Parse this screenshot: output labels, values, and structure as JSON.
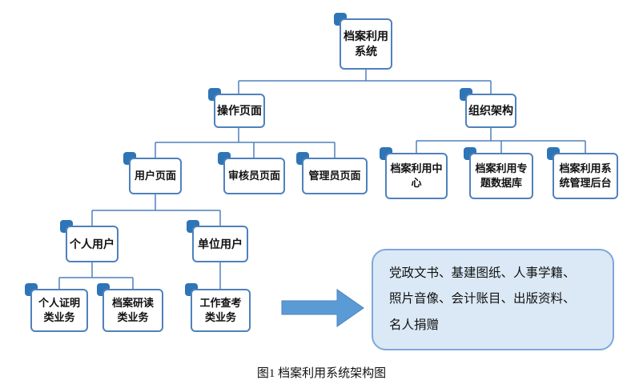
{
  "figure": {
    "caption": "图1 档案利用系统架构图"
  },
  "nodes": {
    "archive_system": "档案利用\n系统",
    "operation_pages": "操作页面",
    "org_structure": "组织架构",
    "user_page": "用户页面",
    "reviewer_page": "审核员页面",
    "admin_page": "管理员页面",
    "archive_center": "档案利用中\n心",
    "topic_database": "档案利用专\n题数据库",
    "system_backend": "档案利用系\n统管理后台",
    "personal_user": "个人用户",
    "org_user": "单位用户",
    "personal_cert_biz": "个人证明\n类业务",
    "archive_reading_biz": "档案研读\n类业务",
    "work_reference_biz": "工作查考\n类业务"
  },
  "callout": {
    "text": "党政文书、基建图纸、人事学籍、\n照片音像、会计账目、出版资料、\n名人捐赠"
  },
  "colors": {
    "box_border": "#4f81bd",
    "corner_accent": "#2e75b6",
    "connector": "#4f81bd",
    "arrow_fill": "#5b9bd5",
    "callout_fill": "#dbe9f6",
    "callout_border": "#7da7d9"
  }
}
